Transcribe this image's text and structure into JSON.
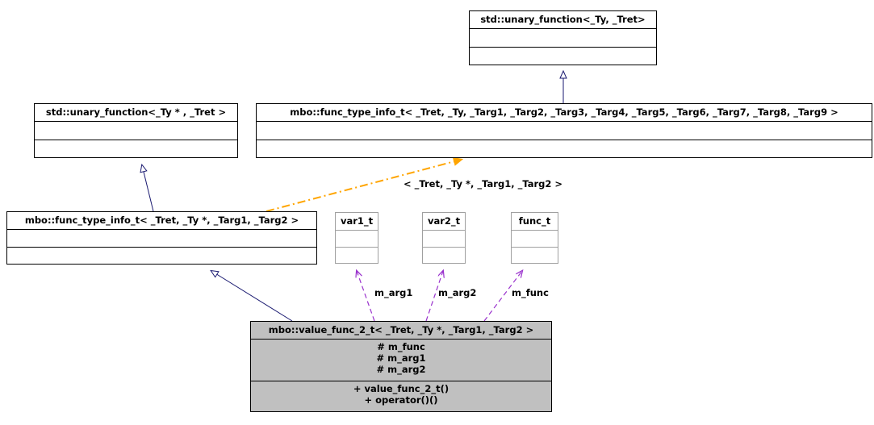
{
  "diagram": {
    "kind": "uml-class-inheritance-collaboration-diagram",
    "background": "#ffffff",
    "colors": {
      "node_border": "#000000",
      "node_fill": "#ffffff",
      "highlight_fill": "#c0c0c0",
      "small_node_border": "#a0a0a0",
      "inheritance_edge": "#191970",
      "template_edge": "#ffa500",
      "usage_edge": "#9a32cd",
      "text": "#000000"
    },
    "nodes": [
      {
        "id": "std-unary-function-ty-tret",
        "title": "std::unary_function<_Ty, _Tret>",
        "attributes": [],
        "operations": [],
        "filled": false
      },
      {
        "id": "std-unary-function-typtr-tret",
        "title": "std::unary_function<_Ty * , _Tret >",
        "attributes": [],
        "operations": [],
        "filled": false
      },
      {
        "id": "mbo-func-type-info-t-9",
        "title": "mbo::func_type_info_t< _Tret, _Ty, _Targ1, _Targ2, _Targ3, _Targ4, _Targ5, _Targ6, _Targ7, _Targ8, _Targ9 >",
        "attributes": [],
        "operations": [],
        "filled": false
      },
      {
        "id": "mbo-func-type-info-t-2",
        "title": "mbo::func_type_info_t< _Tret, _Ty *, _Targ1, _Targ2 >",
        "attributes": [],
        "operations": [],
        "filled": false
      },
      {
        "id": "var1-t",
        "title": "var1_t",
        "attributes": [],
        "operations": [],
        "filled": false
      },
      {
        "id": "var2-t",
        "title": "var2_t",
        "attributes": [],
        "operations": [],
        "filled": false
      },
      {
        "id": "func-t",
        "title": "func_t",
        "attributes": [],
        "operations": [],
        "filled": false
      },
      {
        "id": "mbo-value-func-2-t",
        "title": "mbo::value_func_2_t< _Tret, _Ty *, _Targ1, _Targ2 >",
        "attributes": [
          "# m_func",
          "# m_arg1",
          "# m_arg2"
        ],
        "operations": [
          "+ value_func_2_t()",
          "+ operator()()"
        ],
        "filled": true
      }
    ],
    "edges": [
      {
        "id": "edge-inherit-9-to-top",
        "from": "mbo-func-type-info-t-9",
        "to": "std-unary-function-ty-tret",
        "type": "inheritance",
        "style": "solid",
        "label": ""
      },
      {
        "id": "edge-inherit-2-to-left",
        "from": "mbo-func-type-info-t-2",
        "to": "std-unary-function-typtr-tret",
        "type": "inheritance",
        "style": "solid",
        "label": ""
      },
      {
        "id": "edge-template-binding",
        "from": "mbo-func-type-info-t-2",
        "to": "mbo-func-type-info-t-9",
        "type": "template-binding",
        "style": "dash-dot",
        "label": "< _Tret, _Ty *, _Targ1, _Targ2 >"
      },
      {
        "id": "edge-inherit-value-to-info2",
        "from": "mbo-value-func-2-t",
        "to": "mbo-func-type-info-t-2",
        "type": "inheritance",
        "style": "solid",
        "label": ""
      },
      {
        "id": "edge-usage-m-arg1",
        "from": "mbo-value-func-2-t",
        "to": "var1-t",
        "type": "usage",
        "style": "dashed",
        "label": "m_arg1"
      },
      {
        "id": "edge-usage-m-arg2",
        "from": "mbo-value-func-2-t",
        "to": "var2-t",
        "type": "usage",
        "style": "dashed",
        "label": "m_arg2"
      },
      {
        "id": "edge-usage-m-func",
        "from": "mbo-value-func-2-t",
        "to": "func-t",
        "type": "usage",
        "style": "dashed",
        "label": "m_func"
      }
    ]
  }
}
